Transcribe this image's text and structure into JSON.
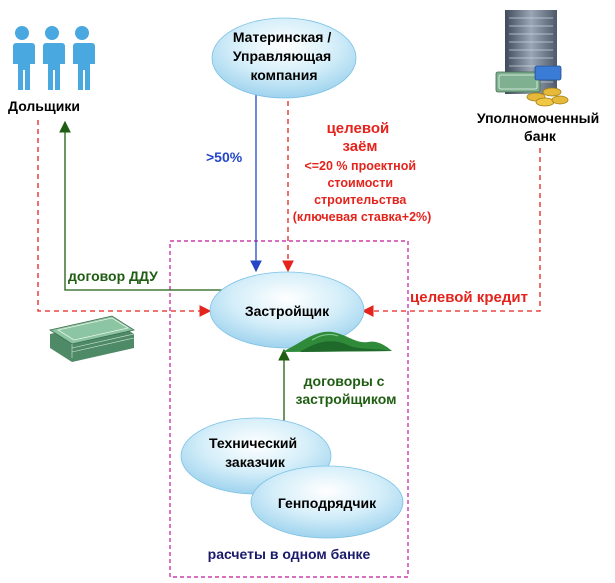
{
  "colors": {
    "red": "#e4231c",
    "blue": "#2547c7",
    "green": "#1f5e12",
    "navy": "#1a1a6b",
    "magenta": "#c2189c",
    "ellipse_fill": "#cfeaf7",
    "ellipse_center": "#ffffff",
    "people": "#4aa8e0",
    "money": "#5e9c7a",
    "coins": "#e7b93a",
    "building": "#6d7a8c",
    "hill": "#2f8a3a"
  },
  "icons": {
    "investors": "people-group-icon",
    "bank": "bank-building-icon",
    "money": "money-stack-icon",
    "hill": "land-plot-icon"
  },
  "nodes": {
    "parent_company": {
      "lines": [
        "Материнская /",
        "Управляющая",
        "компания"
      ]
    },
    "investors": {
      "label": "Дольщики"
    },
    "bank": {
      "lines": [
        "Уполномоченный",
        "банк"
      ]
    },
    "developer": {
      "label": "Застройщик"
    },
    "tech_customer": {
      "lines": [
        "Технический",
        "заказчик"
      ]
    },
    "general_contractor": {
      "label": "Генподрядчик"
    }
  },
  "edges": {
    "equity_share": {
      "label": ">50%"
    },
    "target_loan": {
      "title_lines": [
        "целевой",
        "заём"
      ],
      "detail_lines": [
        "<=20 % проектной",
        "стоимости",
        "строительства",
        "(ключевая ставка+2%)"
      ]
    },
    "ddu_contract": {
      "label": "договор ДДУ"
    },
    "target_credit": {
      "label": "целевой кредит"
    },
    "developer_contracts": {
      "lines": [
        "договоры с",
        "застройщиком"
      ]
    }
  },
  "boundary": {
    "label": "расчеты в одном банке"
  }
}
